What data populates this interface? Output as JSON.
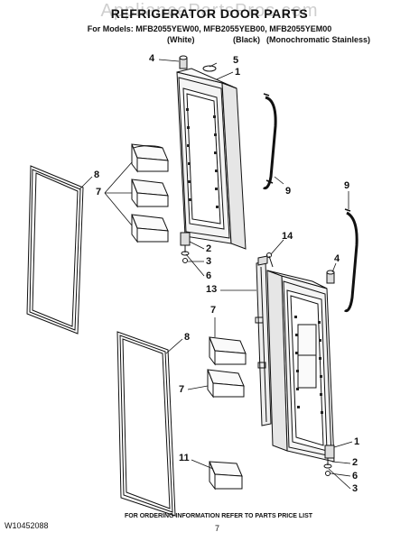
{
  "watermark": "AppliancePartsPros.com",
  "title": "REFRIGERATOR DOOR PARTS",
  "models_line": "For Models: MFB2055YEW00, MFB2055YEB00, MFB2055YEM00",
  "colors": {
    "white": "(White)",
    "black": "(Black)",
    "stainless": "(Monochromatic Stainless)"
  },
  "callouts": {
    "c4a": "4",
    "c5": "5",
    "c1a": "1",
    "c8a": "8",
    "c7a": "7",
    "c9a": "9",
    "c2a": "2",
    "c3a": "3",
    "c6a": "6",
    "c14": "14",
    "c9b": "9",
    "c4b": "4",
    "c13": "13",
    "c7b": "7",
    "c8b": "8",
    "c7c": "7",
    "c11": "11",
    "c1b": "1",
    "c2b": "2",
    "c6b": "6",
    "c3b": "3"
  },
  "footer": "FOR ORDERING INFORMATION REFER TO PARTS PRICE LIST",
  "doc_number": "W10452088",
  "page_number": "7"
}
